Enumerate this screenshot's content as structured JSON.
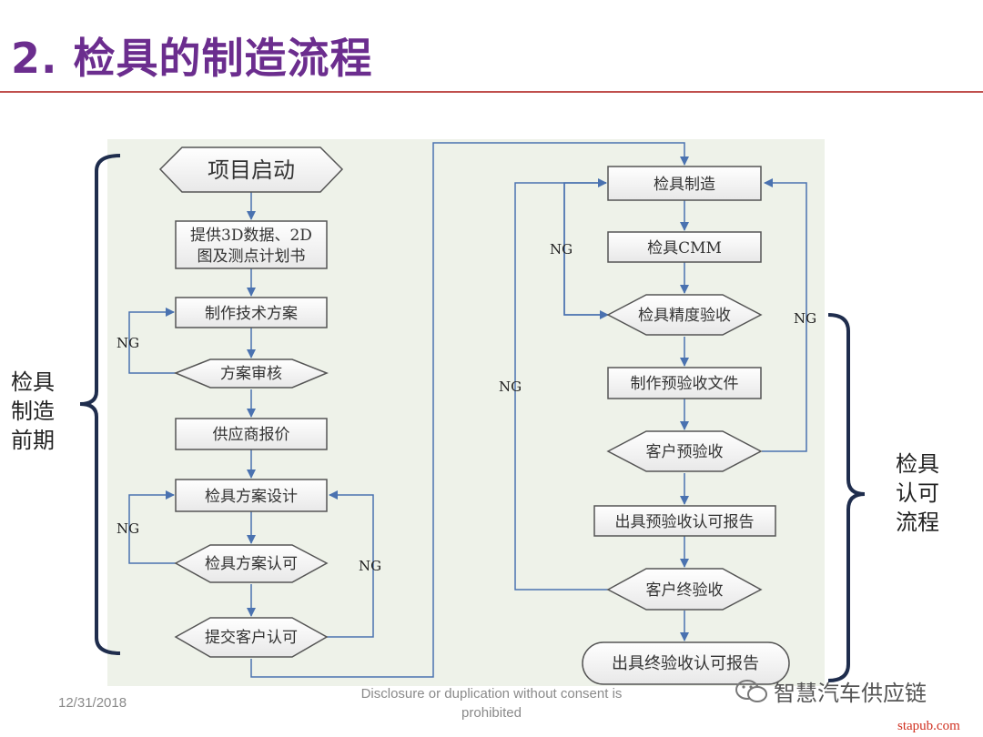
{
  "title": "2. 检具的制造流程",
  "side_labels": {
    "left": [
      "检具",
      "制造",
      "前期"
    ],
    "right": [
      "检具",
      "认可",
      "流程"
    ]
  },
  "nodes": {
    "start": "项目启动",
    "provide_data": [
      "提供3D数据、2D",
      "图及测点计划书"
    ],
    "tech_plan": "制作技术方案",
    "plan_review": "方案审核",
    "supplier_quote": "供应商报价",
    "gauge_design": "检具方案设计",
    "design_approval": "检具方案认可",
    "submit_customer": "提交客户认可",
    "manufacture": "检具制造",
    "cmm": "检具CMM",
    "accuracy_check": "检具精度验收",
    "pre_doc": "制作预验收文件",
    "customer_pre": "客户预验收",
    "pre_report": "出具预验收认可报告",
    "customer_final": "客户终验收",
    "final_report": "出具终验收认可报告"
  },
  "ng_label": "NG",
  "footer": {
    "date": "12/31/2018",
    "note": "Disclosure or duplication without consent is prohibited"
  },
  "watermark": "智慧汽车供应链",
  "stamp": "stapub.com",
  "colors": {
    "title": "#6b2d8e",
    "rule": "#c0504d",
    "arrow": "#4a72b0",
    "bracket": "#1f2d4d"
  }
}
